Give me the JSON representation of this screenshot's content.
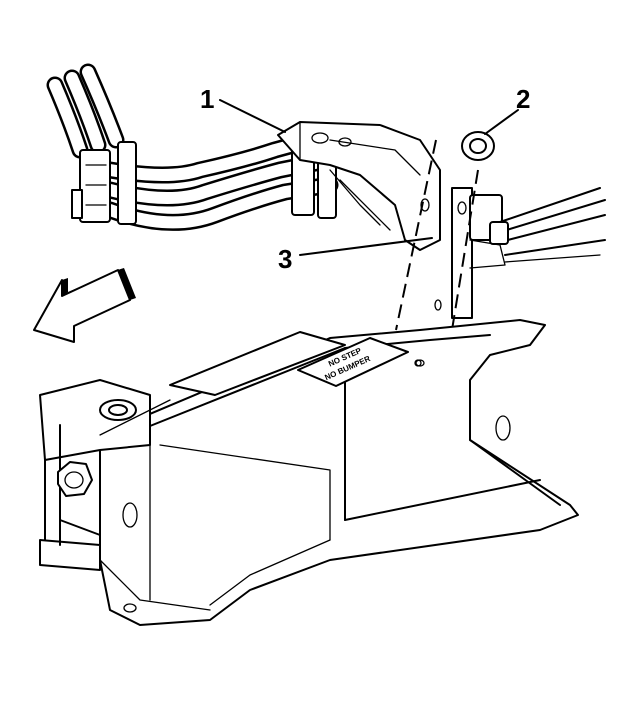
{
  "callouts": {
    "c1": "1",
    "c2": "2",
    "c3": "3"
  },
  "frame_label": {
    "line1": "NO STEP",
    "line2": "NO BUMPER"
  },
  "icons": {
    "direction_arrow": "front-direction-arrow-icon"
  }
}
